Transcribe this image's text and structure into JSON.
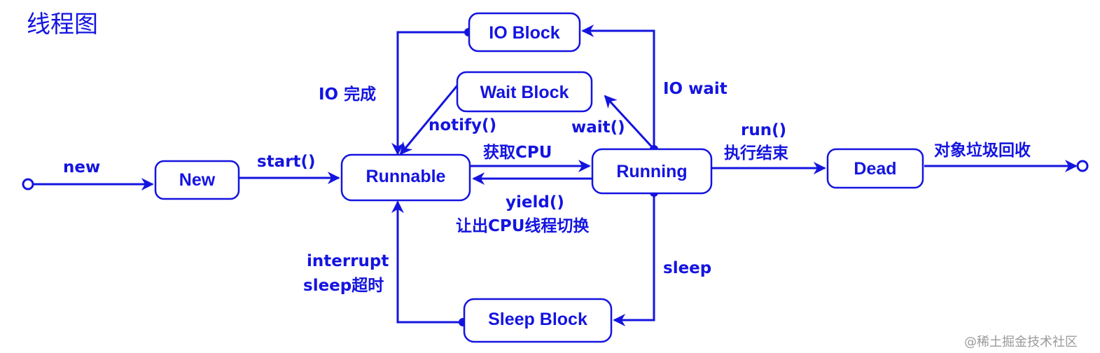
{
  "title": "线程图",
  "states": {
    "new": "New",
    "runnable": "Runnable",
    "running": "Running",
    "dead": "Dead",
    "io_block": "IO Block",
    "wait_block": "Wait Block",
    "sleep_block": "Sleep Block"
  },
  "transitions": {
    "new": "new",
    "start": "start()",
    "get_cpu": "获取CPU",
    "yield": "yield()",
    "yield_desc": "让出CPU线程切换",
    "run": "run()",
    "run_desc": "执行结束",
    "gc": "对象垃圾回收",
    "io_wait": "IO wait",
    "io_done": "IO 完成",
    "wait": "wait()",
    "notify": "notify()",
    "sleep": "sleep",
    "interrupt": "interrupt",
    "sleep_timeout": "sleep超时"
  },
  "watermark": "@稀土掘金技术社区",
  "colors": {
    "primary": "#1414e0",
    "background": "#ffffff"
  }
}
